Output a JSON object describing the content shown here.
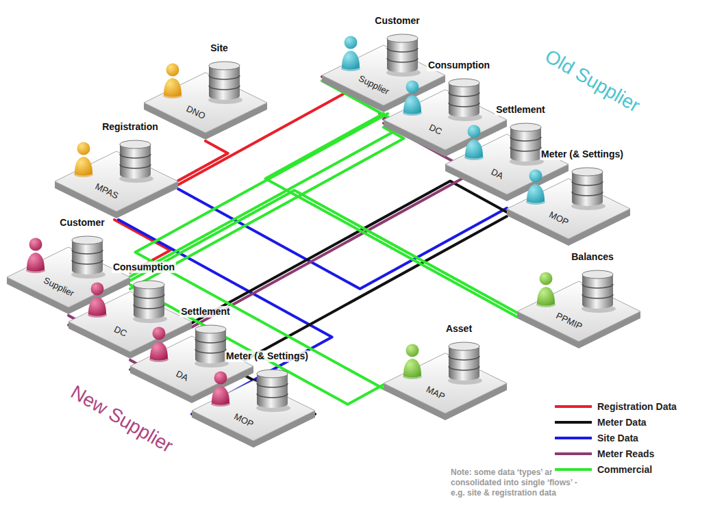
{
  "diagram": {
    "nodes": [
      {
        "text": [
          "Site",
          "DNO"
        ]
      },
      {
        "text": [
          "Registration",
          "MPAS"
        ]
      },
      {
        "text": [
          "Customer",
          "Supplier"
        ]
      },
      {
        "text": [
          "Consumption",
          "DC"
        ]
      },
      {
        "text": [
          "Settlement",
          "DA"
        ]
      },
      {
        "text": [
          "Meter (& Settings)",
          "MOP"
        ]
      },
      {
        "text": [
          "Balances",
          "PPMIP"
        ]
      },
      {
        "text": [
          "Customer",
          "Supplier"
        ]
      },
      {
        "text": [
          "Consumption",
          "DC"
        ]
      },
      {
        "text": [
          "Settlement",
          "DA"
        ]
      },
      {
        "text": [
          "Meter (& Settings)",
          "MOP"
        ]
      },
      {
        "text": [
          "Asset",
          "MAP"
        ]
      }
    ],
    "edges": [
      {
        "from": 1,
        "to": 0,
        "arrow": "none"
      },
      {
        "from": 1,
        "to": 2,
        "arrow": "none"
      },
      {
        "from": 1,
        "to": 7,
        "arrow": "none"
      },
      {
        "from": 1,
        "to": 5,
        "arrow": "none"
      },
      {
        "from": 1,
        "to": 10,
        "arrow": "none"
      },
      {
        "from": 5,
        "to": 8,
        "arrow": "none"
      },
      {
        "from": 10,
        "to": 5,
        "arrow": "none"
      },
      {
        "from": 2,
        "to": 3,
        "arrow": "none"
      },
      {
        "from": 3,
        "to": 8,
        "arrow": "none"
      },
      {
        "from": 7,
        "to": 8,
        "arrow": "none"
      },
      {
        "from": 8,
        "to": 9,
        "arrow": "none"
      },
      {
        "from": 2,
        "to": 7,
        "arrow": "none"
      },
      {
        "from": 7,
        "to": 6,
        "arrow": "none"
      },
      {
        "from": 2,
        "to": 6,
        "arrow": "none"
      },
      {
        "from": 7,
        "to": 11,
        "arrow": "none"
      },
      {
        "from": 2,
        "to": 11,
        "arrow": "none"
      },
      {
        "from": 7,
        "to": 3,
        "arrow": "none"
      }
    ],
    "labels": [
      "Old Supplier",
      "New Supplier",
      "Note: some data ‘types’ are consolidated into single ‘flows’ - e.g. site & registration data"
    ],
    "legend": [
      {
        "text": "Registration Data",
        "color": "#e8202a"
      },
      {
        "text": "Meter Data",
        "color": "#111111"
      },
      {
        "text": "Site Data",
        "color": "#1a1ae6"
      },
      {
        "text": "Meter Reads",
        "color": "#8e3a72"
      },
      {
        "text": "Commercial",
        "color": "#2ee82e"
      }
    ]
  }
}
